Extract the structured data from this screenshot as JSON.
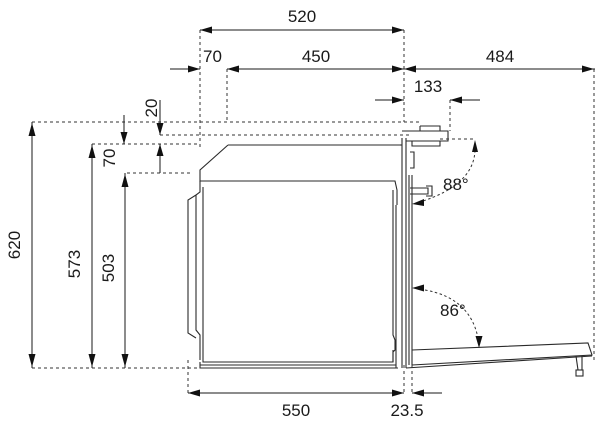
{
  "diagram": {
    "title": "Oven installation dimensions (side view)",
    "units": "mm",
    "dimensions": {
      "total_depth": "520",
      "front_offset": "70",
      "cavity_depth": "450",
      "door_open_reach": "484",
      "handle_depth": "133",
      "top_gap": "20",
      "top_step": "70",
      "total_height": "620",
      "height_573": "573",
      "height_503": "503",
      "base_depth": "550",
      "door_thickness": "23.5"
    },
    "angles": {
      "upper_door_angle": "88°",
      "lower_door_angle": "86°"
    }
  }
}
